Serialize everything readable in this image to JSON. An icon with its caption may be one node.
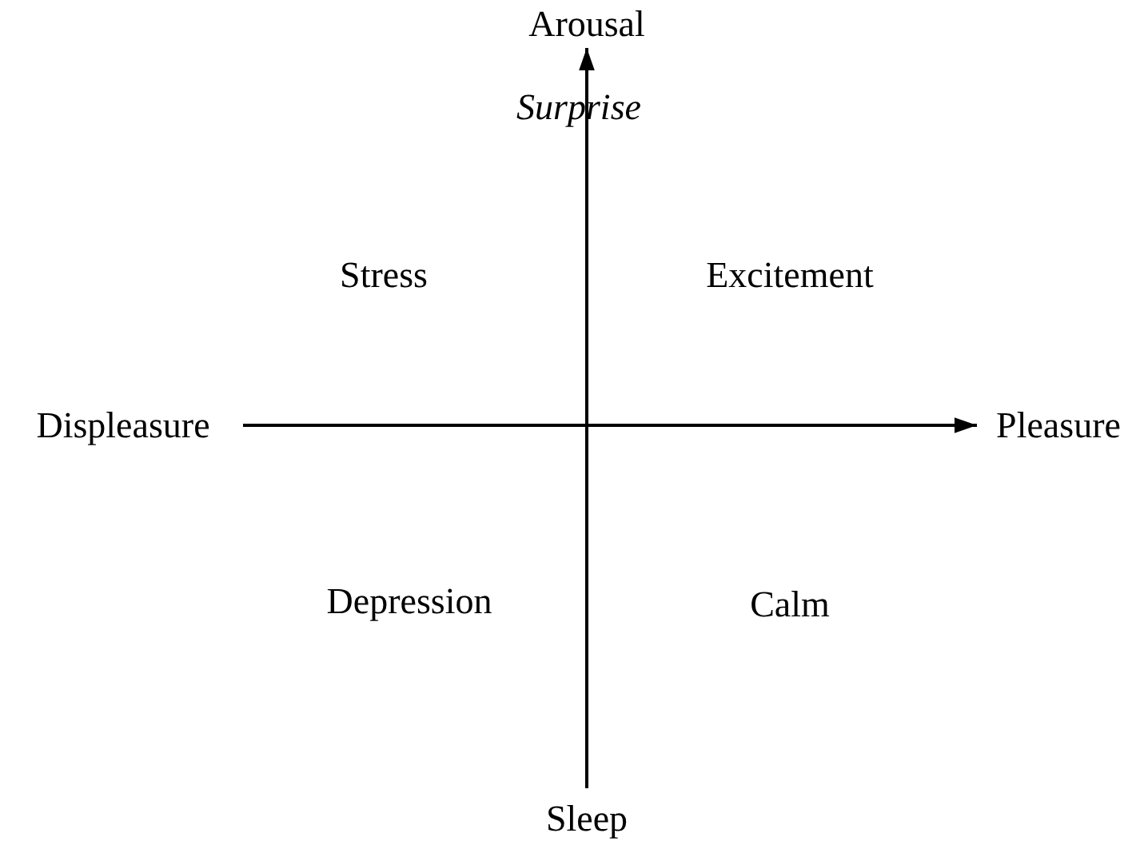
{
  "diagram": {
    "labels": [
      "Arousal",
      "Surprise",
      "Stress",
      "Excitement",
      "Displeasure",
      "Pleasure",
      "Depression",
      "Calm",
      "Sleep"
    ]
  }
}
